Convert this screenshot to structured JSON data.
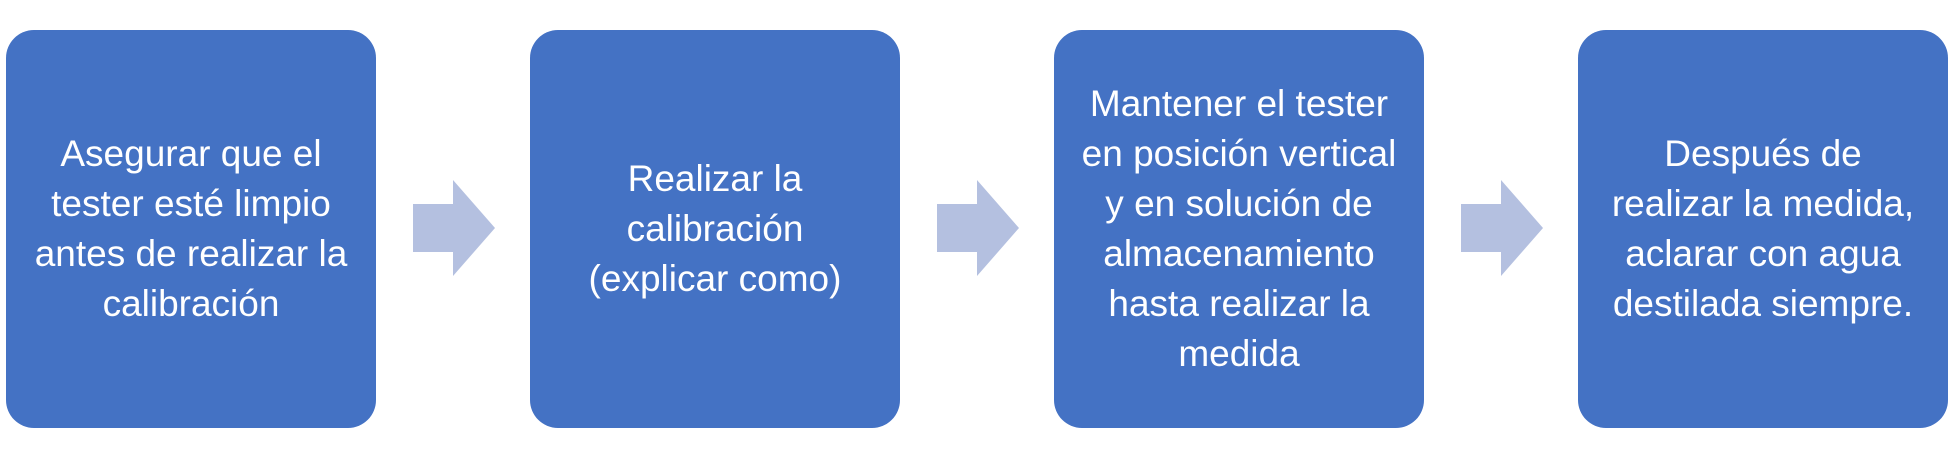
{
  "steps": [
    {
      "text": "Asegurar que el tester esté limpio antes de realizar la calibración"
    },
    {
      "text": "Realizar la calibración (explicar como)"
    },
    {
      "text": "Mantener el tester en posición vertical y en solución de almacenamiento hasta realizar la medida"
    },
    {
      "text": "Después de realizar la medida, aclarar con agua destilada siempre."
    }
  ],
  "colors": {
    "box": "#4472c4",
    "arrow": "#b4c0e0",
    "text": "#ffffff"
  },
  "icons": {
    "connector": "right-arrow-icon"
  }
}
